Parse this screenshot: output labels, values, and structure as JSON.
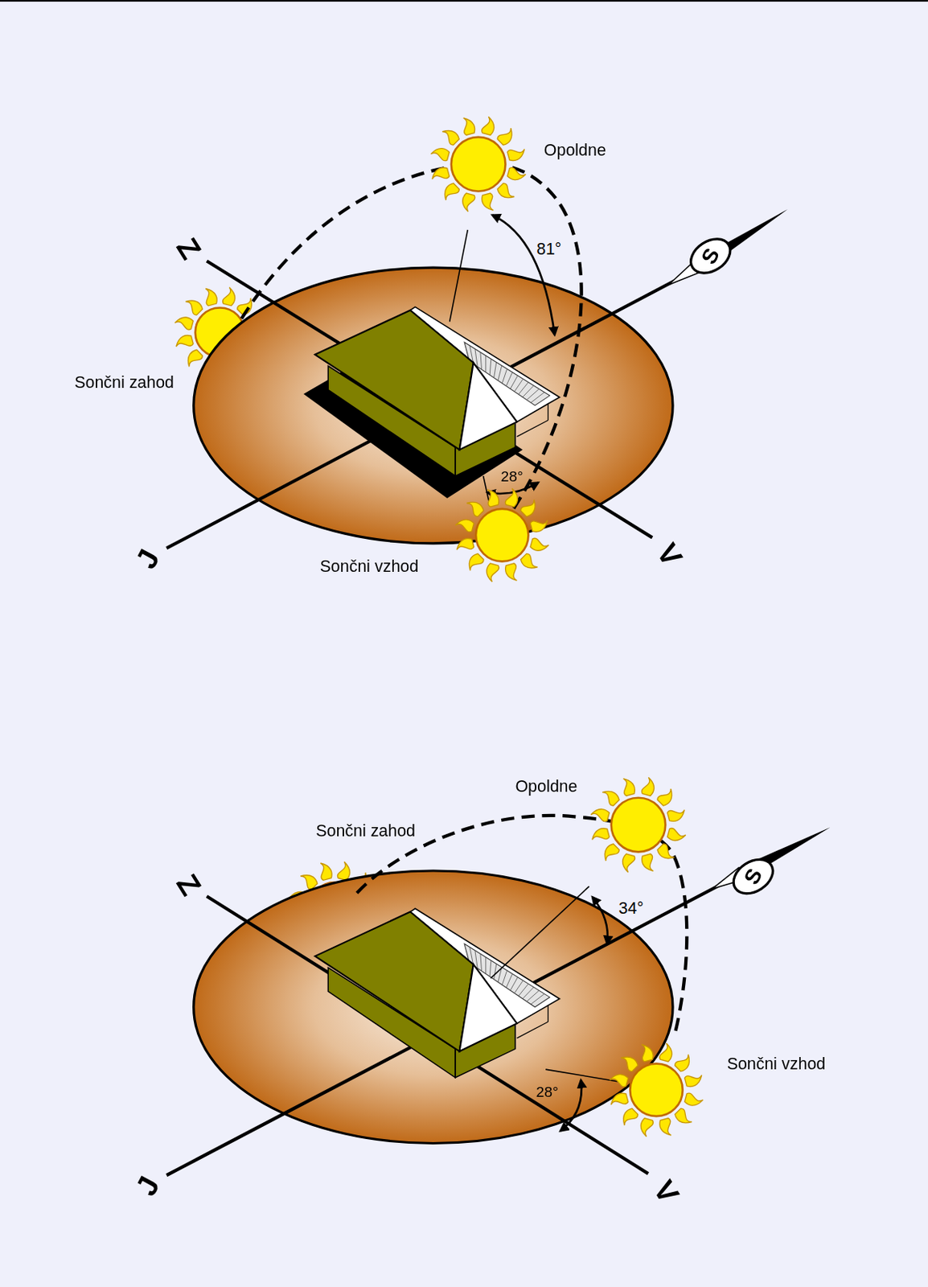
{
  "diagram": {
    "labels": [
      "Opoldne",
      "81°",
      "S",
      "Z",
      "Sončni zahod",
      "28°",
      "J",
      "Sončni vzhod",
      "V",
      "Opoldne",
      "Sončni zahod",
      "Z",
      "34°",
      "S",
      "Sončni vzhod",
      "28°",
      "J",
      "V"
    ]
  }
}
